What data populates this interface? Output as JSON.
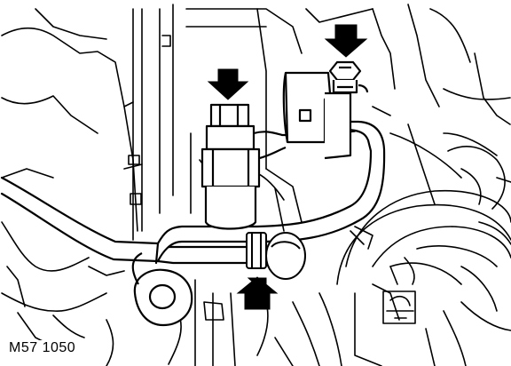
{
  "figure": {
    "reference_code": "M57 1050",
    "colors": {
      "line": "#000000",
      "background": "#ffffff",
      "arrow_fill": "#000000"
    },
    "arrows": [
      {
        "name": "arrow-top-right",
        "direction": "down"
      },
      {
        "name": "arrow-top-left",
        "direction": "down"
      },
      {
        "name": "arrow-bottom-center",
        "direction": "up"
      }
    ]
  }
}
